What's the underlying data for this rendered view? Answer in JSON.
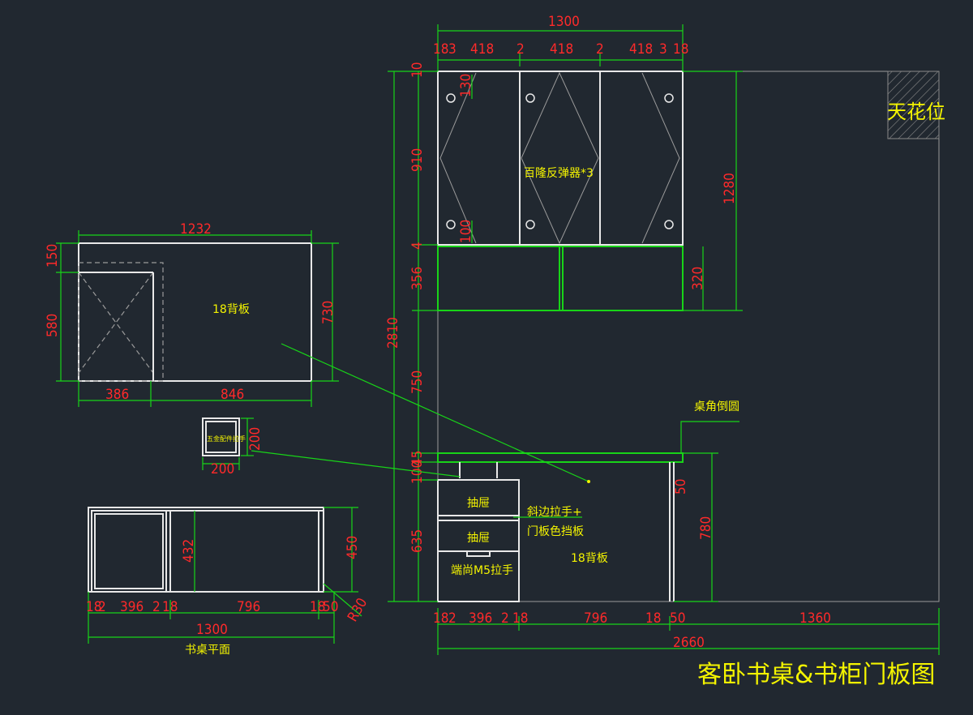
{
  "title": "客卧书桌&书柜门板图",
  "labels": {
    "ceiling": "天花位",
    "push_openers": "百隆反弹器*3",
    "back_panel_plan": "18背板",
    "back_panel_elev": "18背板",
    "drawer1": "抽屉",
    "drawer2": "抽屉",
    "handle_note1": "斜边拉手+",
    "handle_note2": "门板色挡板",
    "m5_handle": "端尚M5拉手",
    "corner_round": "桌角倒圆",
    "small_box": "五金配件拉手",
    "desk_plan": "书桌平面"
  },
  "dims": {
    "top_total": "1300",
    "top_segments": [
      "18",
      "3",
      "418",
      "2",
      "418",
      "2",
      "418",
      "3",
      "18"
    ],
    "d130": "130",
    "d100": "100",
    "d910": "910",
    "d10": "10",
    "d4": "4",
    "d356": "356",
    "d750": "750",
    "d2810": "2810",
    "d45": "45",
    "d100b": "100",
    "d635": "635",
    "d1280": "1280",
    "d320": "320",
    "d50": "50",
    "d780": "780",
    "bottom_segments": [
      "18",
      "2",
      "396",
      "2",
      "18",
      "796",
      "18",
      "50",
      "1360"
    ],
    "d2660": "2660",
    "plan_width": "1232",
    "plan_150": "150",
    "plan_580": "580",
    "plan_730": "730",
    "plan_386": "386",
    "plan_846": "846",
    "box_200w": "200",
    "box_200h": "200",
    "desk_432": "432",
    "desk_450": "450",
    "desk_segments": [
      "18",
      "2",
      "396",
      "2",
      "18",
      "796",
      "18",
      "50"
    ],
    "desk_1300": "1300",
    "desk_r": "R30"
  }
}
